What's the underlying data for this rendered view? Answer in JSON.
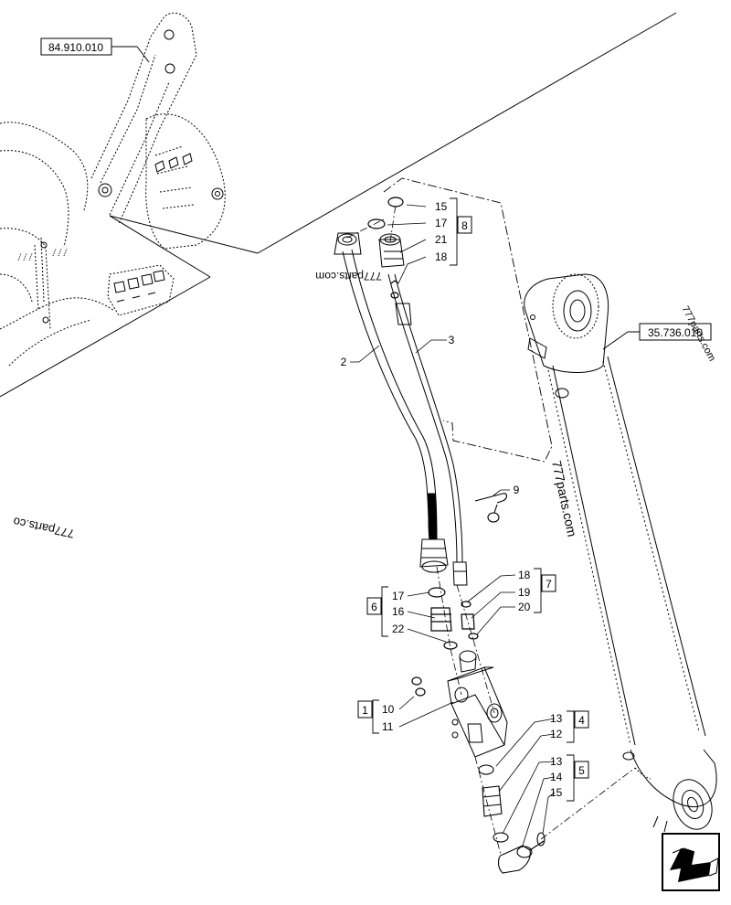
{
  "references": {
    "loader_arm": "84.910.010",
    "cylinder": "35.736.010"
  },
  "groups": {
    "g1": "1",
    "g4": "4",
    "g5": "5",
    "g6": "6",
    "g7": "7",
    "g8": "8"
  },
  "callouts": {
    "c2": "2",
    "c3": "3",
    "c9": "9",
    "c15a": "15",
    "c17a": "17",
    "c21": "21",
    "c18a": "18",
    "c18b": "18",
    "c19": "19",
    "c20": "20",
    "c17b": "17",
    "c16": "16",
    "c22": "22",
    "c10": "10",
    "c11": "11",
    "c13a": "13",
    "c12": "12",
    "c13b": "13",
    "c14": "14",
    "c15b": "15"
  },
  "watermarks": {
    "w1": "777parts.com",
    "w2": "777parts.com",
    "w3": "777parts.co",
    "w4": "777parts.com"
  },
  "navigation": {
    "arrow_icon": "back-arrow-icon"
  }
}
